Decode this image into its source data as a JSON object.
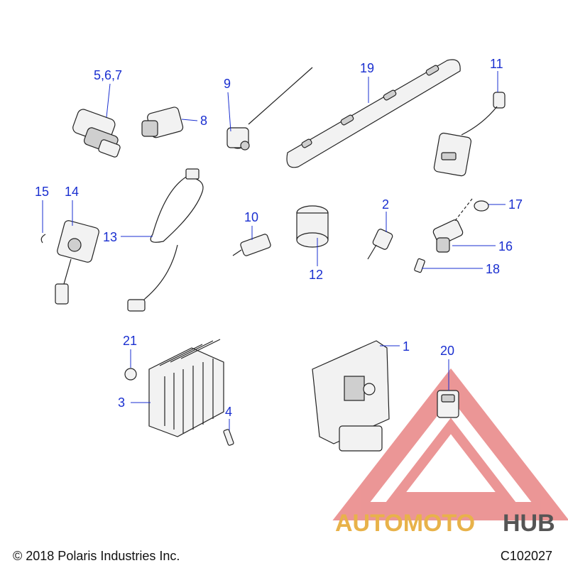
{
  "callouts": {
    "c1": "1",
    "c2": "2",
    "c3": "3",
    "c4": "4",
    "c567": "5,6,7",
    "c8": "8",
    "c9": "9",
    "c10": "10",
    "c11": "11",
    "c12": "12",
    "c13": "13",
    "c14": "14",
    "c15": "15",
    "c16": "16",
    "c17": "17",
    "c18": "18",
    "c19": "19",
    "c20": "20",
    "c21": "21"
  },
  "footer": {
    "copyright": "© 2018 Polaris Industries Inc.",
    "diagram_id": "C102027"
  },
  "watermark": {
    "part1": "AUTOMOTO",
    "part2": "HUB",
    "color_primary": "#e8b24a",
    "color_secondary": "#555555",
    "triangle_color": "#e57373"
  },
  "colors": {
    "callout": "#1a2fd0",
    "line_art": "#222222"
  }
}
